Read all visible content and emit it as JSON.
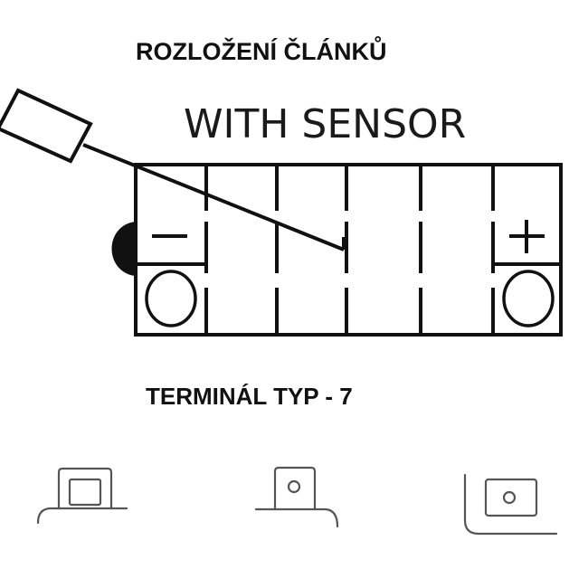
{
  "title": "ROZLOŽENÍ ČLÁNKŮ",
  "sensor_label": "WITH SENSOR",
  "terminal_label": "TERMINÁL TYP - 7",
  "battery": {
    "negative_symbol": "−",
    "positive_symbol": "+",
    "cells": 6
  },
  "colors": {
    "line": "#111111",
    "terminal_icons": "#555555"
  }
}
